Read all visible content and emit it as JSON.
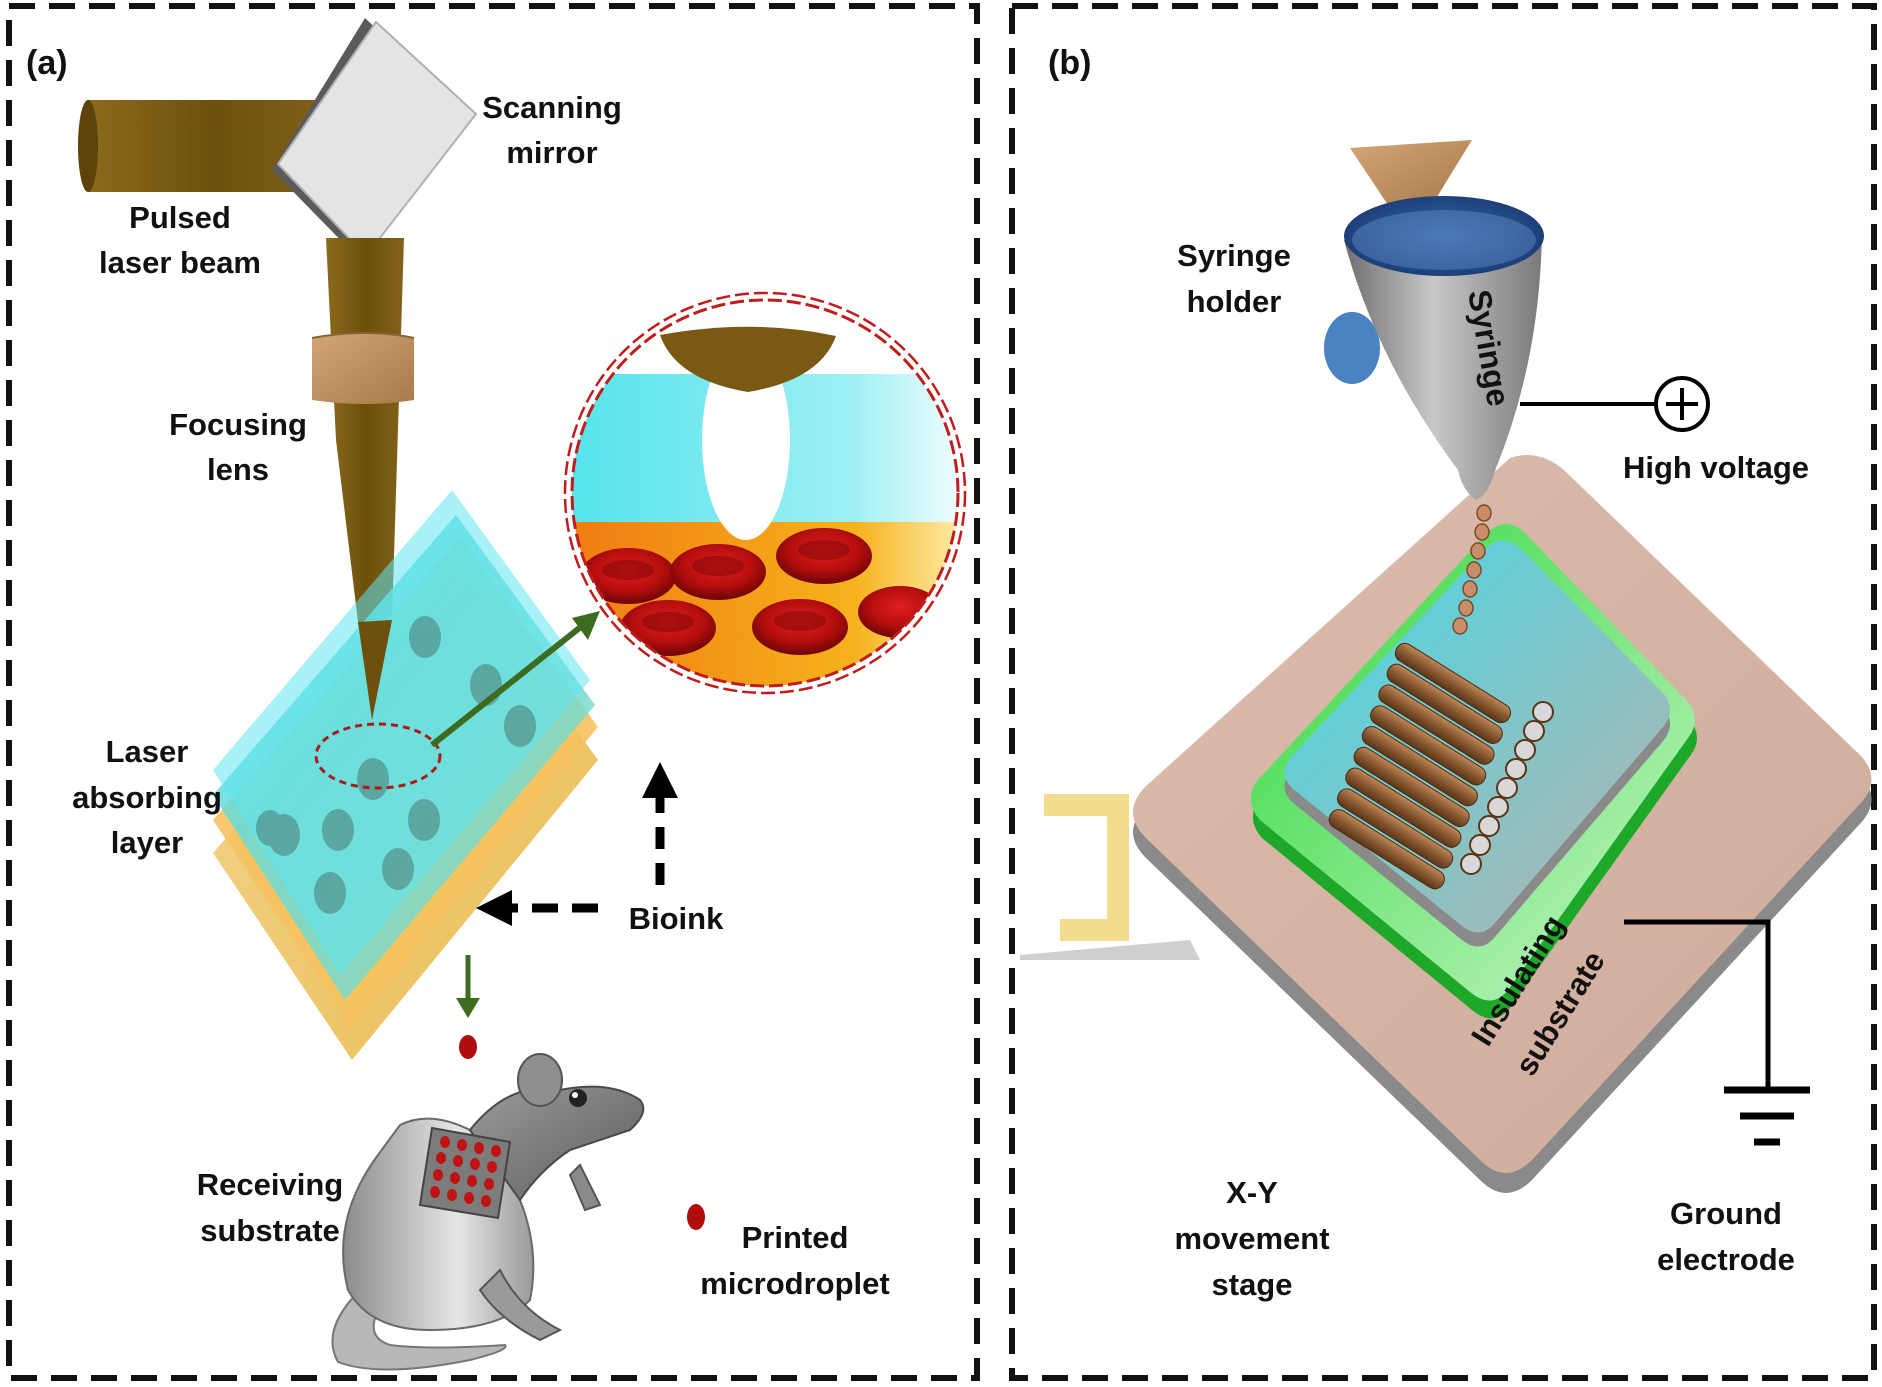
{
  "panel_a": {
    "tag": "(a)",
    "labels": {
      "scanning_mirror": [
        "Scanning",
        "mirror"
      ],
      "pulsed_laser_beam": [
        "Pulsed",
        "laser beam"
      ],
      "focusing_lens": [
        "Focusing",
        "lens"
      ],
      "laser_absorbing_layer": [
        "Laser",
        "absorbing",
        "layer"
      ],
      "bioink": "Bioink",
      "receiving_substrate": [
        "Receiving",
        "substrate"
      ],
      "printed_microdroplet": [
        "Printed",
        "microdroplet"
      ]
    }
  },
  "panel_b": {
    "tag": "(b)",
    "labels": {
      "syringe_holder": [
        "Syringe",
        "holder"
      ],
      "syringe": "Syringe",
      "high_voltage": "High voltage",
      "insulating_substrate": [
        "Insulating",
        "substrate"
      ],
      "xy_stage": [
        "X-Y",
        "movement",
        "stage"
      ],
      "ground_electrode": [
        "Ground",
        "electrode"
      ]
    }
  },
  "colors": {
    "laser_beam": "#7a5a12",
    "bioink_cyan": "#5ee6ef",
    "absorbing_orange": "#f08a1a",
    "red_cells": "#b80f0f",
    "stage": "#d8b7a8",
    "insulating_green": "#3ce048",
    "arrow_green": "#3d6b1f",
    "dash_border": "#111111"
  }
}
